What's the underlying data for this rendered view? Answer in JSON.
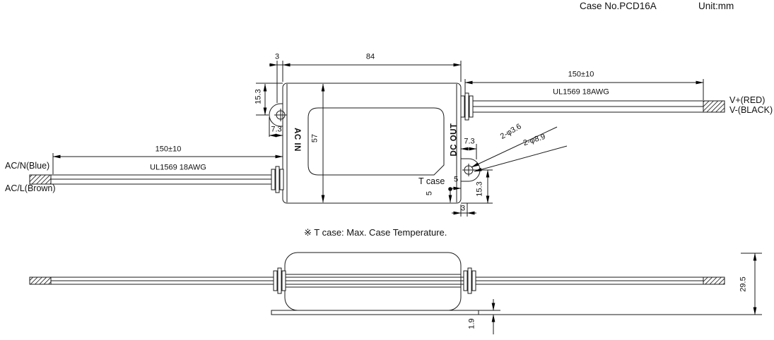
{
  "header": {
    "case_no": "Case No.PCD16A",
    "unit": "Unit:mm"
  },
  "top_view": {
    "dim_ear_offset": "3",
    "dim_length": "84",
    "dim_height": "57",
    "dim_hole_top": "15.3",
    "dim_hole_left": "7.3",
    "dim_hole_right": "7.3",
    "dim_hole_bottom": "15.3",
    "dim_hole_edge": "3",
    "hole_note_small": "2-φ3.6",
    "hole_note_large": "2-φ8.9",
    "label_ac_in": "AC IN",
    "label_dc_out": "DC OUT",
    "tcase_label": "T case",
    "tcase_dim_x": "5",
    "tcase_dim_y": "5"
  },
  "input_wires": {
    "length": "150±10",
    "spec": "UL1569 18AWG",
    "neutral": "AC/N(Blue)",
    "line": "AC/L(Brown)"
  },
  "output_wires": {
    "length": "150±10",
    "spec": "UL1569 18AWG",
    "positive": "V+(RED)",
    "negative": "V-(BLACK)"
  },
  "note": "※ T case: Max. Case Temperature.",
  "side_view": {
    "dim_height": "29.5",
    "dim_flange": "1.9"
  },
  "colors": {
    "ink": "#000000",
    "bg": "#ffffff"
  }
}
